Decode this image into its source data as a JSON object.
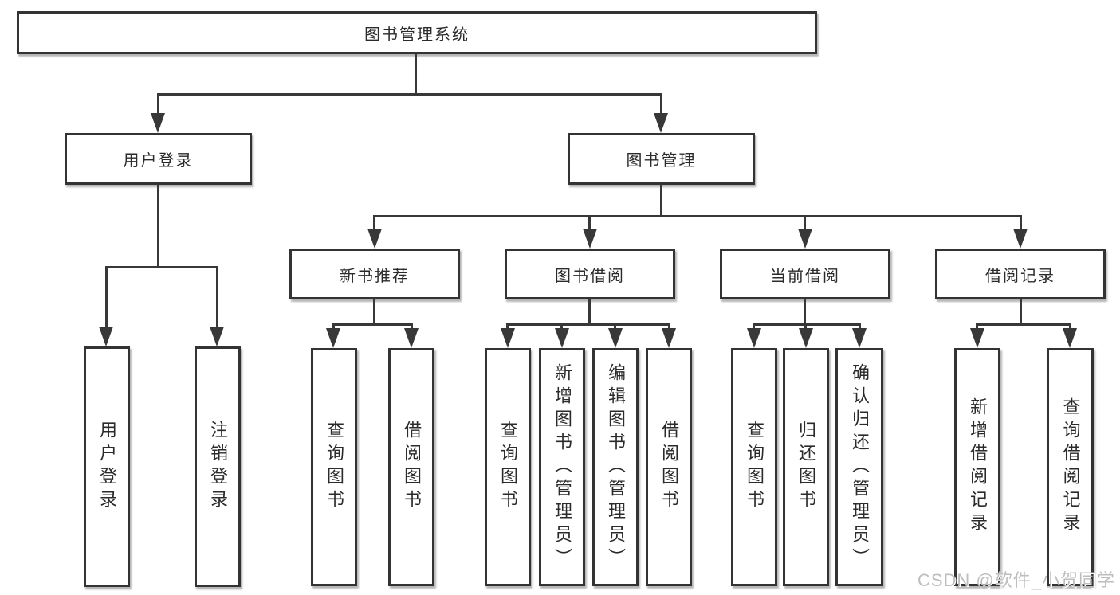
{
  "colors": {
    "line": "#383838",
    "border": "#333333",
    "text": "#2b2b2b",
    "watermark": "#bdbdbd",
    "background": "#ffffff"
  },
  "nodes": {
    "root": "图书管理系统",
    "level2": {
      "user_login": "用户登录",
      "book_management": "图书管理"
    },
    "level3": {
      "new_book_recommend": "新书推荐",
      "book_borrow": "图书借阅",
      "current_borrow": "当前借阅",
      "borrow_records": "借阅记录"
    },
    "leaves": {
      "user_login": [
        "用户登录",
        "注销登录"
      ],
      "new_book_recommend": [
        "查询图书",
        "借阅图书"
      ],
      "book_borrow": [
        "查询图书",
        "新增图书（管理员）",
        "编辑图书（管理员）",
        "借阅图书"
      ],
      "current_borrow": [
        "查询图书",
        "归还图书",
        "确认归还（管理员）"
      ],
      "borrow_records": [
        "新增借阅记录",
        "查询借阅记录"
      ]
    }
  },
  "watermark": "CSDN @软件_小贺同学"
}
